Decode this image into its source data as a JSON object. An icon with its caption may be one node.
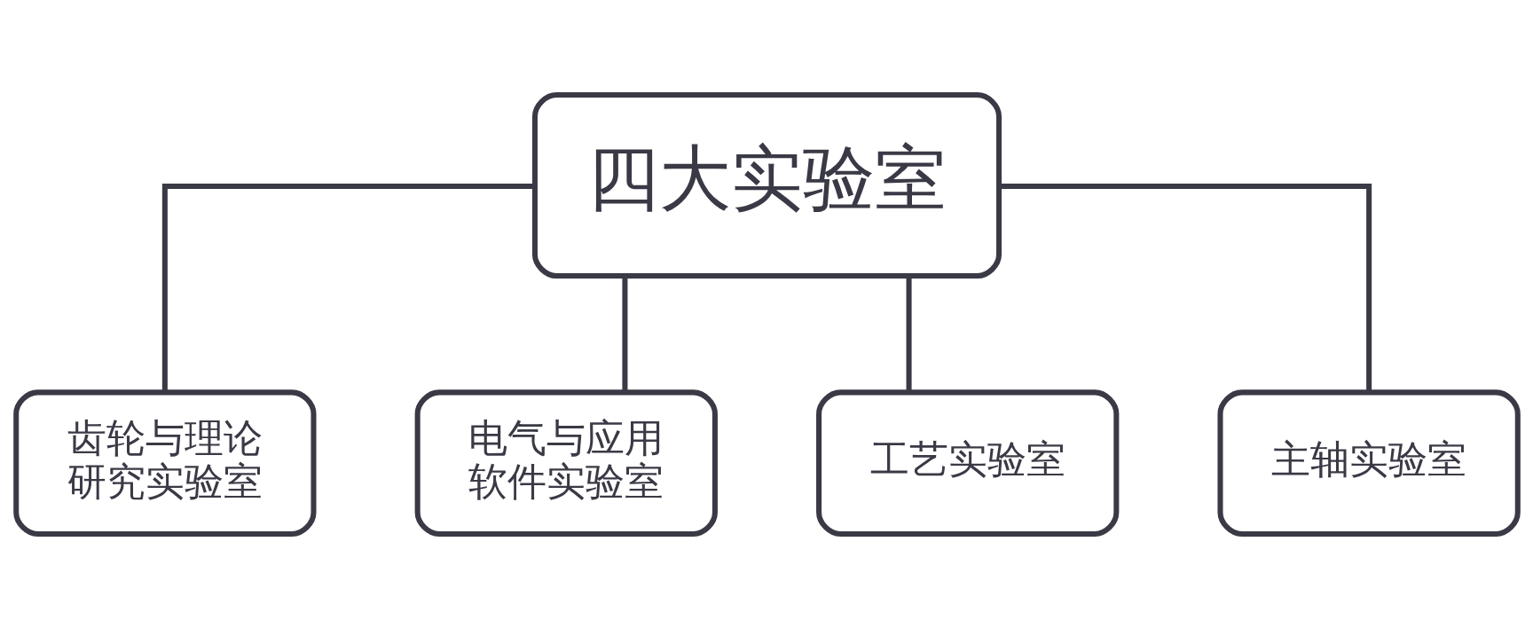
{
  "diagram": {
    "nodes": [
      {
        "text": [
          "四大实验室"
        ]
      },
      {
        "text": [
          "齿轮与理论研究实验室"
        ]
      },
      {
        "text": [
          "电气与应用软件实验室"
        ]
      },
      {
        "text": [
          "工艺实验室"
        ]
      },
      {
        "text": [
          "主轴实验室"
        ]
      }
    ],
    "edges": [
      {
        "from": 0,
        "to": 1,
        "arrow": "none"
      },
      {
        "from": 0,
        "to": 2,
        "arrow": "none"
      },
      {
        "from": 0,
        "to": 3,
        "arrow": "none"
      },
      {
        "from": 0,
        "to": 4,
        "arrow": "none"
      }
    ]
  }
}
